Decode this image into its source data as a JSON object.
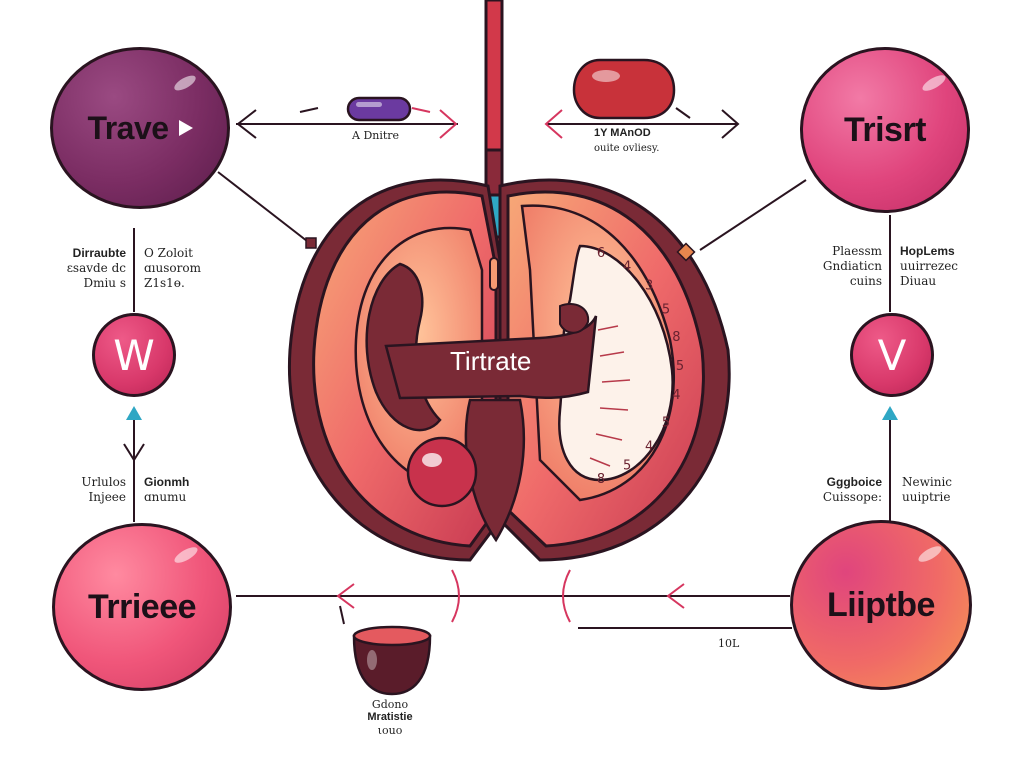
{
  "nodes": {
    "top_left": {
      "label": "Trave",
      "color": "#7b2d63"
    },
    "top_right": {
      "label": "Trisrt",
      "color": "#e0457d"
    },
    "bottom_left": {
      "label": "Trrieee",
      "color": "#f0567a"
    },
    "bottom_right": {
      "label": "Liiptbe",
      "color": "#f57a5c"
    }
  },
  "small_nodes": {
    "left": {
      "label": "W",
      "color": "#d8386a"
    },
    "right": {
      "label": "V",
      "color": "#d8386a"
    }
  },
  "center": {
    "label": "Tirtrate"
  },
  "top_left_pill": {
    "caption": "A Dnitre",
    "color": "#6b3aa0"
  },
  "top_right_pill": {
    "caption_line1": "1Y MAnOD",
    "caption_line2": "ouite ovliesy.",
    "color": "#c8323a"
  },
  "left_upper_text": {
    "col1": [
      "Dirraubte",
      "ɛsavde dc",
      "Dmiu s"
    ],
    "col2": [
      "O Zoloit",
      "ɑıusorom",
      "Z1s1ɵ."
    ]
  },
  "left_lower_text": {
    "col1": [
      "Urlulos",
      "Injeee"
    ],
    "col2": [
      "Gionmh",
      "ɑnumu"
    ]
  },
  "right_upper_text": {
    "col1": [
      "Plaessm",
      "Gndiaticn",
      "cuins"
    ],
    "col2": [
      "HopLems",
      "uuirrezec",
      "Diuau"
    ]
  },
  "right_lower_text": {
    "col1": [
      "Gggboice",
      "Cuissope:"
    ],
    "col2": [
      "Newinic",
      "uuiptrie"
    ]
  },
  "bottom_right_number": "10L",
  "bottom_cup": {
    "lines": [
      "Gdono",
      "Mratistie",
      "ιouo"
    ]
  },
  "dial_numbers": [
    "6",
    "4",
    "3",
    "5",
    "8",
    "5",
    "4",
    "5",
    "4",
    "5",
    "8"
  ],
  "colors": {
    "outline": "#2a1420",
    "arrow_accent": "#d6365f",
    "teal": "#2fa7c4",
    "organ_dark": "#7a2a36",
    "organ_mid": "#e45a5f",
    "organ_light": "#f79a72"
  }
}
